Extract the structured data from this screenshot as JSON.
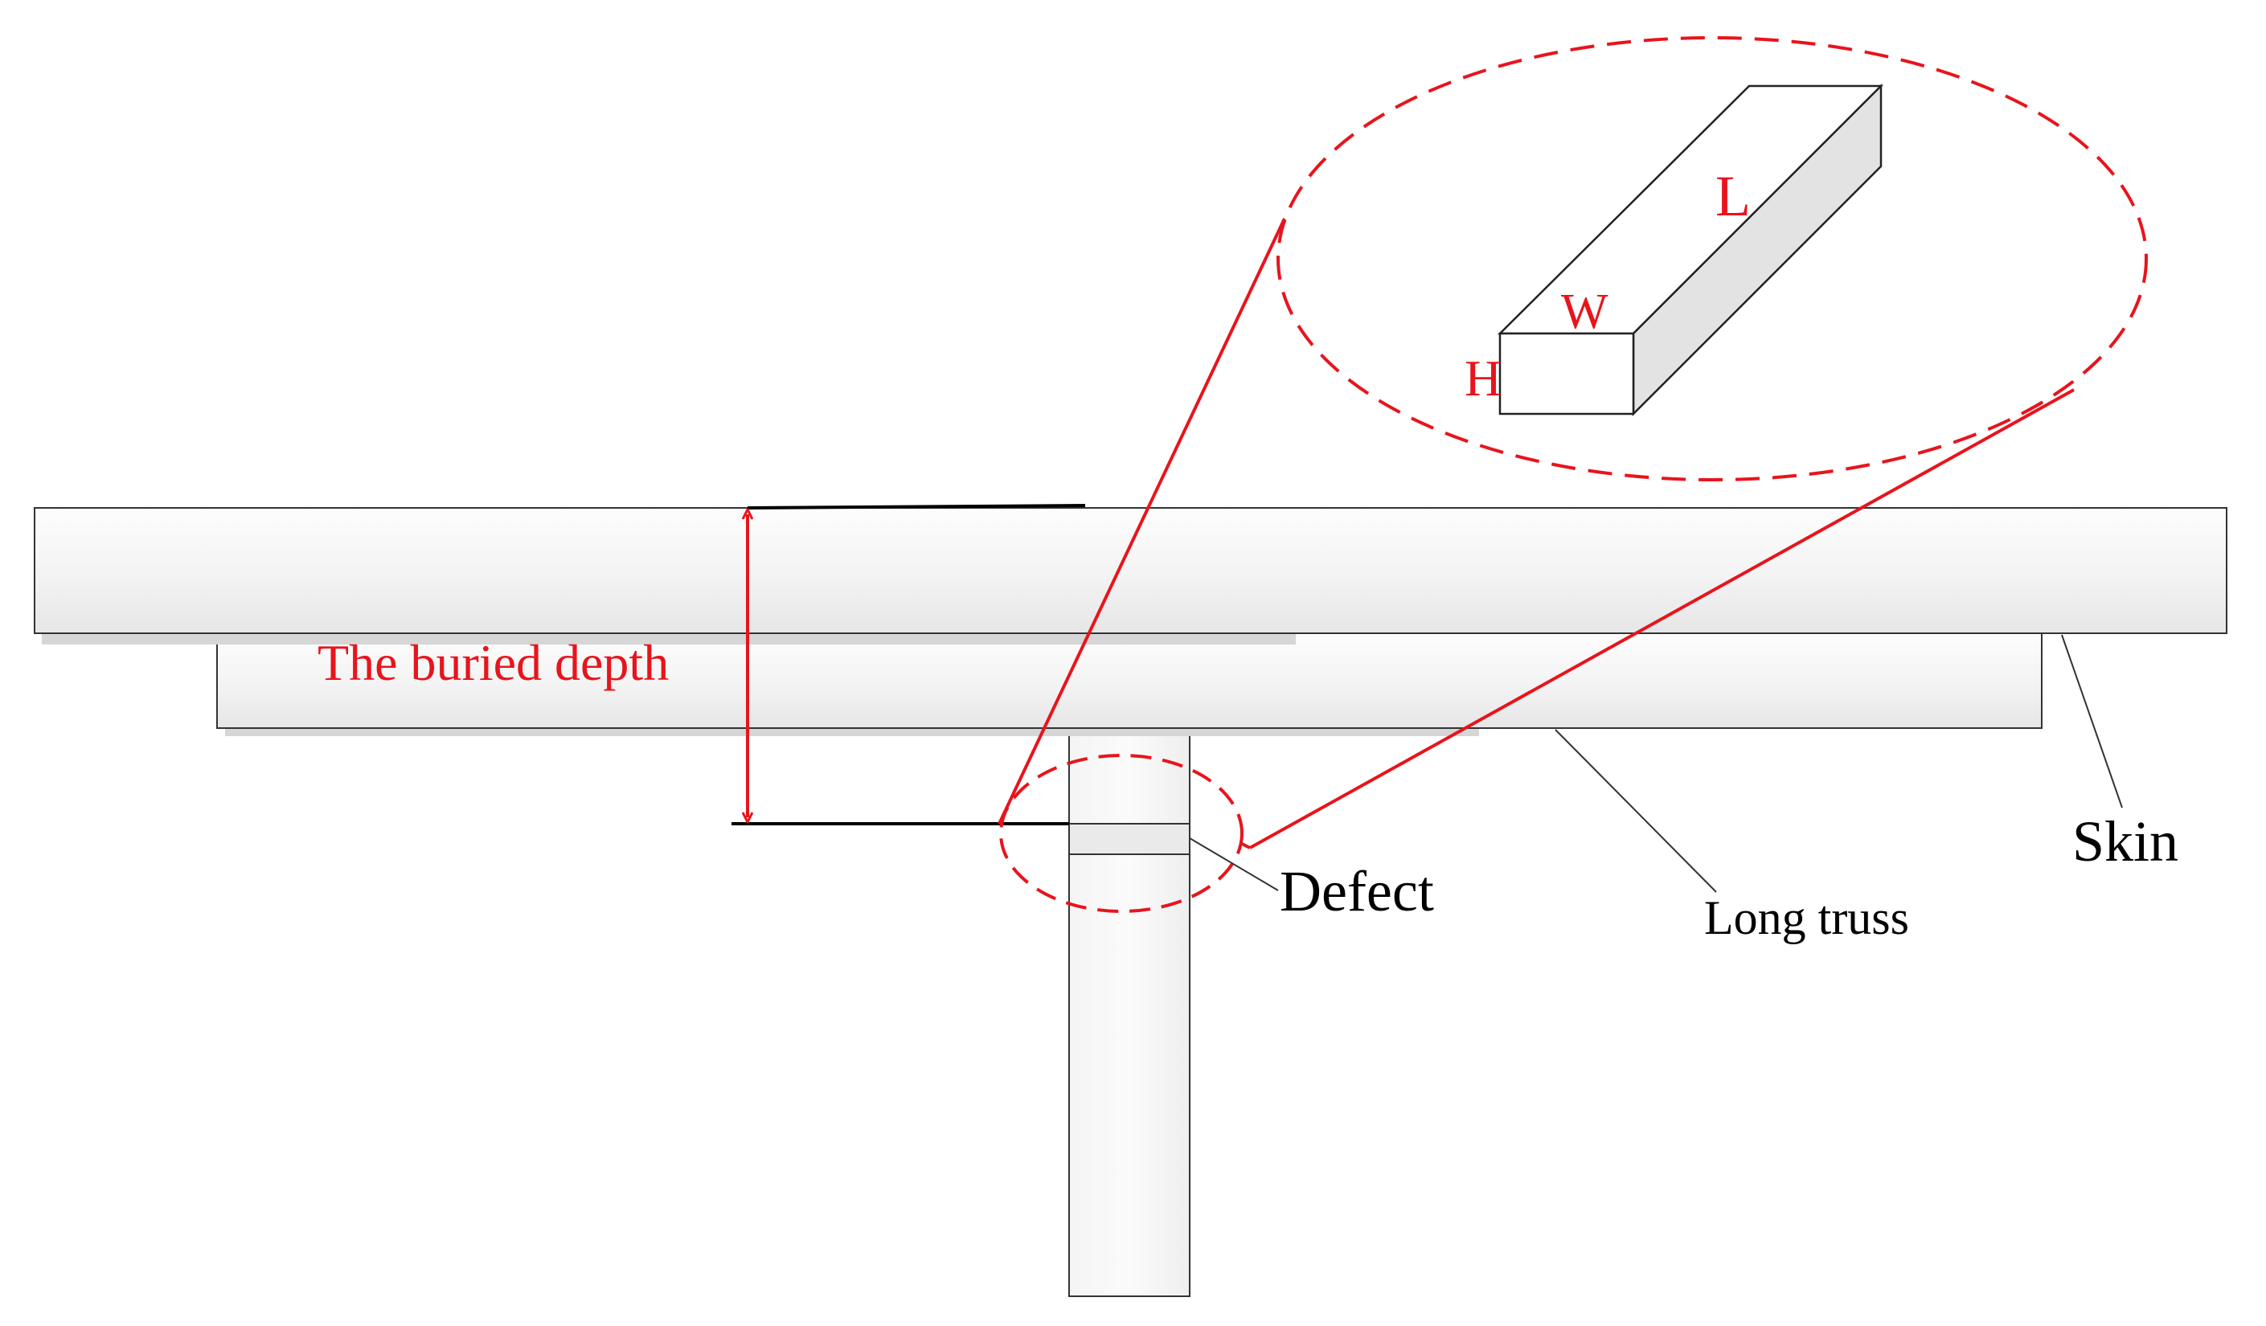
{
  "labels": {
    "buried_depth": "The buried depth",
    "defect": "Defect",
    "long_truss": "Long truss",
    "skin": "Skin",
    "dim_length": "L",
    "dim_width": "W",
    "dim_height": "H"
  },
  "colors": {
    "accent_red": "#e8141c",
    "outline": "#333333",
    "panel_fill": "#f4f4f4",
    "shadow": "#d6d6d6"
  }
}
